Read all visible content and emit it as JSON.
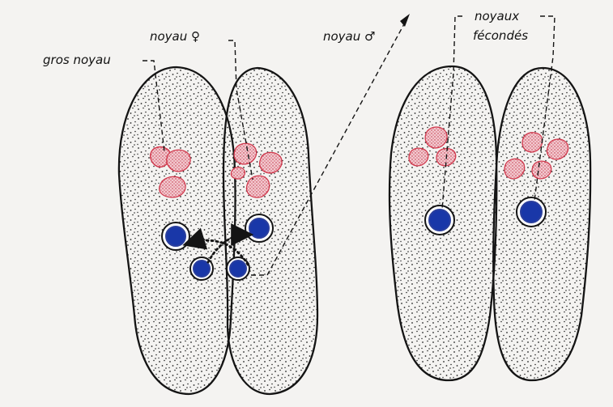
{
  "labels": {
    "gros_noyau": "gros noyau",
    "noyau_female": "noyau ♀",
    "noyau_male": "noyau ♂",
    "noyaux_1": "noyaux",
    "noyaux_2": "fécondés"
  },
  "colors": {
    "background": "#f4f3f1",
    "outline": "#141414",
    "macronucleus_fill": "#f2c9cf",
    "macronucleus_stroke": "#d23a4e",
    "micronucleus_ring": "#2a3f9e",
    "micronucleus_fill": "#1937a8"
  }
}
